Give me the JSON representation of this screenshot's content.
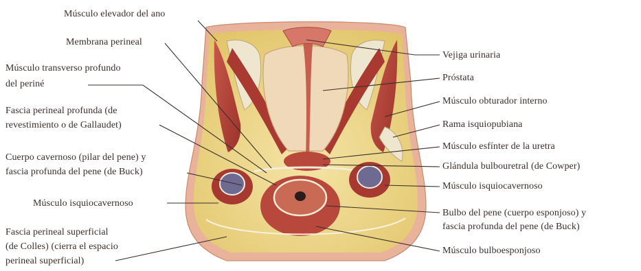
{
  "labels": {
    "levator_ani": "Músculo elevador del ano",
    "perineal_membrane": "Membrana perineal",
    "deep_transverse_1": "Músculo transverso profundo",
    "deep_transverse_2": "del periné",
    "deep_fascia_1": "Fascia perineal profunda (de",
    "deep_fascia_2": "revestimiento o de Gallaudet)",
    "crus_1": "Cuerpo cavernoso (pilar del pene) y",
    "crus_2": "fascia profunda del pene (de Buck)",
    "ischiocavernosus_left": "Músculo isquiocavernoso",
    "superficial_fascia_1": "Fascia perineal superficial",
    "superficial_fascia_2": "(de Colles) (cierra el espacio",
    "superficial_fascia_3": "perineal superficial)",
    "bladder": "Vejiga urinaria",
    "prostate": "Próstata",
    "obturator_internus": "Músculo obturador interno",
    "ischiopubic_ramus": "Rama isquiopubiana",
    "urethral_sphincter": "Músculo esfínter de la uretra",
    "bulbourethral_gland": "Glándula bulbouretral (de Cowper)",
    "ischiocavernosus_right": "Músculo isquiocavernoso",
    "bulb_1": "Bulbo del pene (cuerpo esponjoso) y",
    "bulb_2": "fascia profunda del pene (de Buck)",
    "bulbospongiosus": "Músculo bulboesponjoso"
  },
  "colors": {
    "muscle": "#b8483c",
    "muscle_dark": "#8f2e28",
    "fat": "#e9d27a",
    "fat_light": "#f2e3a6",
    "prostate": "#efd9b8",
    "bone": "#efe6cf",
    "erectile": "#6e6a92",
    "skin": "#e8b39a",
    "leader": "#3a2e2a"
  }
}
